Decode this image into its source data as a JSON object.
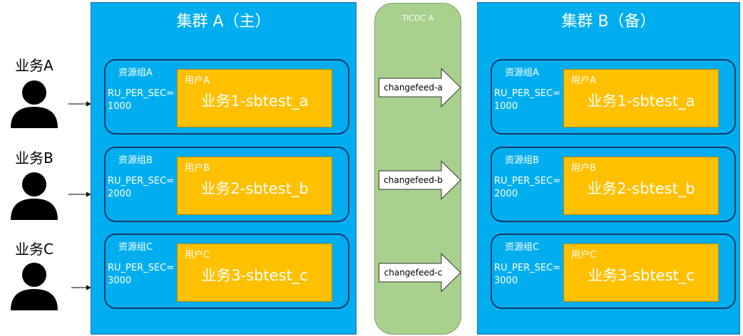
{
  "clusters": [
    {
      "title": "集群 A（主）",
      "groups": [
        {
          "name": "资源组A",
          "ru_label": "RU_PER_SEC=",
          "ru_value": "1000",
          "user": "用户A",
          "business": "业务1-sbtest_a"
        },
        {
          "name": "资源组B",
          "ru_label": "RU_PER_SEC=",
          "ru_value": "2000",
          "user": "用户B",
          "business": "业务2-sbtest_b"
        },
        {
          "name": "资源组C",
          "ru_label": "RU_PER_SEC=",
          "ru_value": "3000",
          "user": "用户C",
          "business": "业务3-sbtest_c"
        }
      ]
    },
    {
      "title": "集群 B（备）",
      "groups": [
        {
          "name": "资源组A",
          "ru_label": "RU_PER_SEC=",
          "ru_value": "1000",
          "user": "用户A",
          "business": "业务1-sbtest_a"
        },
        {
          "name": "资源组B",
          "ru_label": "RU_PER_SEC=",
          "ru_value": "2000",
          "user": "用户B",
          "business": "业务2-sbtest_b"
        },
        {
          "name": "资源组C",
          "ru_label": "RU_PER_SEC=",
          "ru_value": "3000",
          "user": "用户C",
          "business": "业务3-sbtest_c"
        }
      ]
    }
  ],
  "ticdc": {
    "title": "TiCDC A",
    "changefeeds": [
      "changefeed-a",
      "changefeed-b",
      "changefeed-c"
    ]
  },
  "businesses": [
    "业务A",
    "业务B",
    "业务C"
  ],
  "colors": {
    "cluster_bg": "#00aeef",
    "group_border": "#1b3a6b",
    "user_box": "#ffc000",
    "ticdc_bg": "#a9d18e",
    "person": "#000000"
  },
  "icons": {
    "person": "person-icon",
    "arrow": "right-arrow"
  }
}
